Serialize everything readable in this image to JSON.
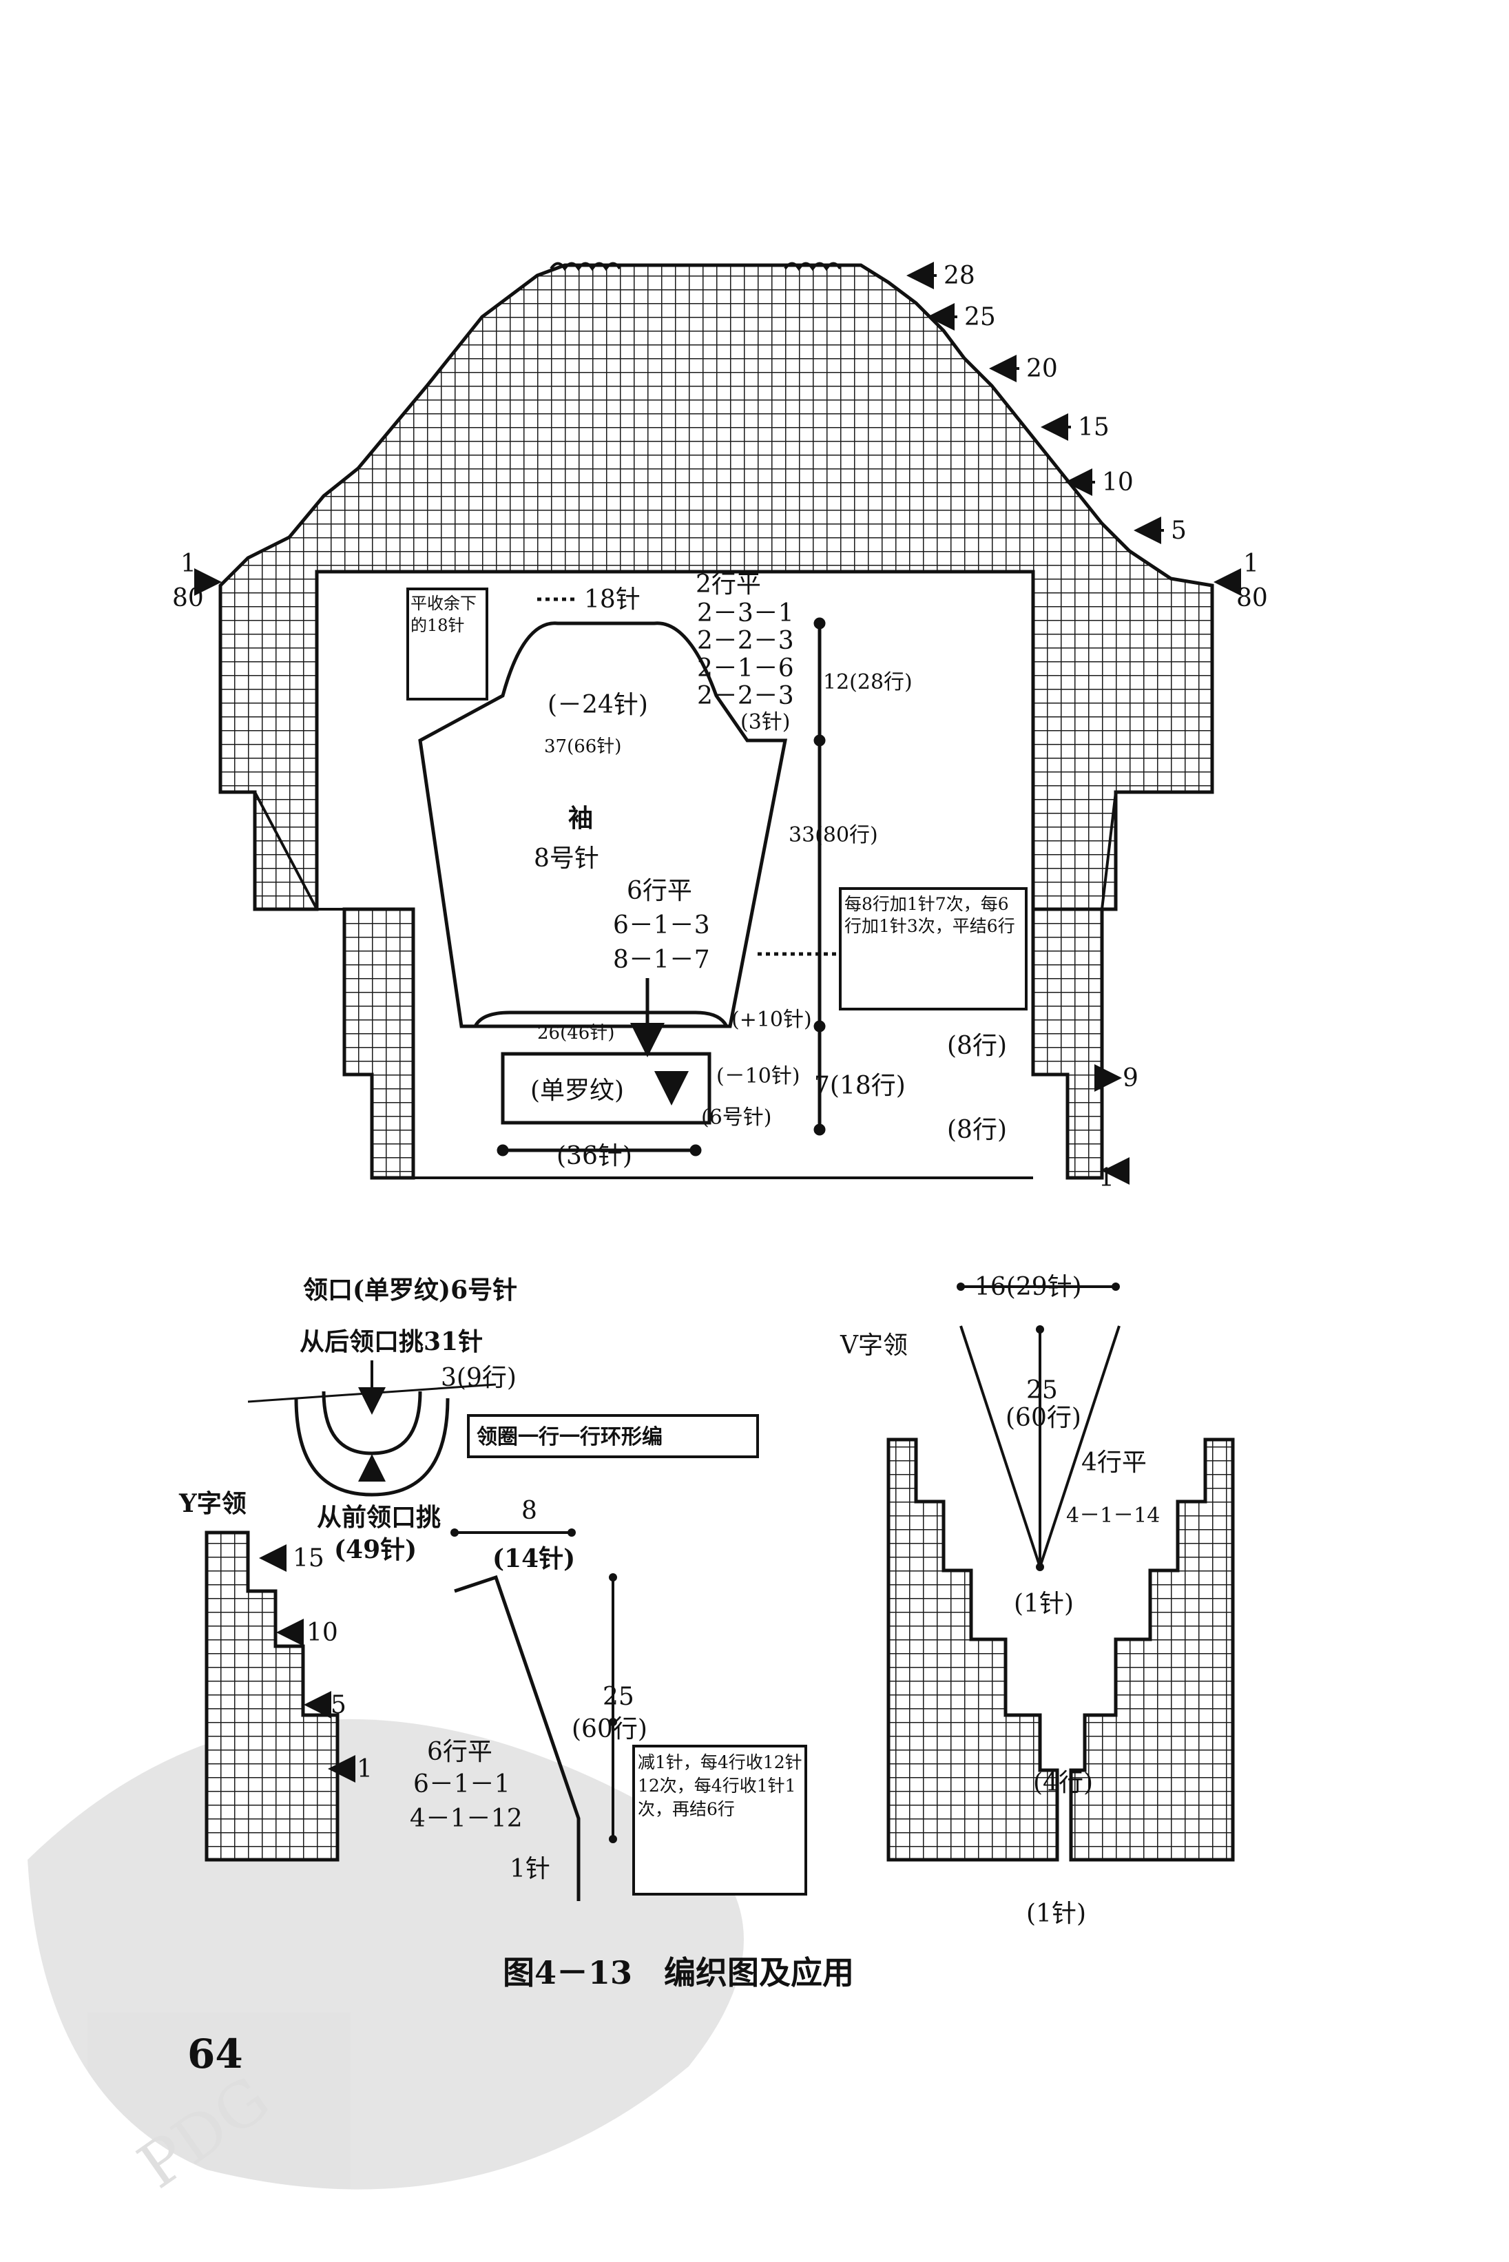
{
  "body": {
    "row_marks": [
      "28",
      "25",
      "20",
      "15",
      "10",
      "5",
      "1",
      "80",
      "1",
      "80",
      "9",
      "1"
    ],
    "cast_off_note": "平收余下的18针",
    "top_stitches": "18针",
    "cap_rows": [
      "2行平",
      "2－3－1",
      "2－2－3",
      "2－1－6",
      "2－2－3"
    ],
    "cap_height": "12(28行)",
    "cap_decrease": "(－24针)",
    "cap_side": "(3针)",
    "sleeve_width": "37(66针)",
    "sleeve_title": "袖",
    "needle_main": "8号针",
    "sleeve_shaping": [
      "6行平",
      "6－1－3",
      "8－1－7"
    ],
    "sleeve_length": "33(80行)",
    "increase_note": "每8行加1针7次，每6行加1针3次，平结6行",
    "plus_10": "(+10针)",
    "cuff_width": "26(46针)",
    "cuff_label": "(单罗纹)",
    "minus_10": "(－10针)",
    "cuff_needle": "(6号针)",
    "cuff_height": "7(18行)",
    "cast_on": "(36针)",
    "eight_rows_1": "(8行)",
    "eight_rows_2": "(8行)"
  },
  "neckband": {
    "title": "领口(单罗纹)6号针",
    "back_pick": "从后领口挑31针",
    "height": "3(9行)",
    "round_note": "领圈一行一行环形编",
    "front_pick": "从前领口挑",
    "front_count": "(49针)"
  },
  "y_neck": {
    "title": "Y字领",
    "marks": [
      "15",
      "10",
      "5",
      "1"
    ],
    "width": "8",
    "width_st": "(14针)",
    "depth": "25",
    "depth_rows": "(60行)",
    "shaping": [
      "6行平",
      "6－1－1",
      "4－1－12"
    ],
    "one_st": "1针",
    "note": "减1针，每4行收12针12次，每4行收1针1次，再结6行"
  },
  "v_neck": {
    "title": "V字领",
    "width": "16(29针)",
    "depth": "25",
    "depth_rows": "(60行)",
    "shaping": [
      "4行平",
      "4－1－14"
    ],
    "center": "(1针)",
    "four_rows": "(4行)",
    "bottom": "(1针)"
  },
  "caption": "图4－13　编织图及应用",
  "page_number": "64",
  "watermark": "PDG"
}
